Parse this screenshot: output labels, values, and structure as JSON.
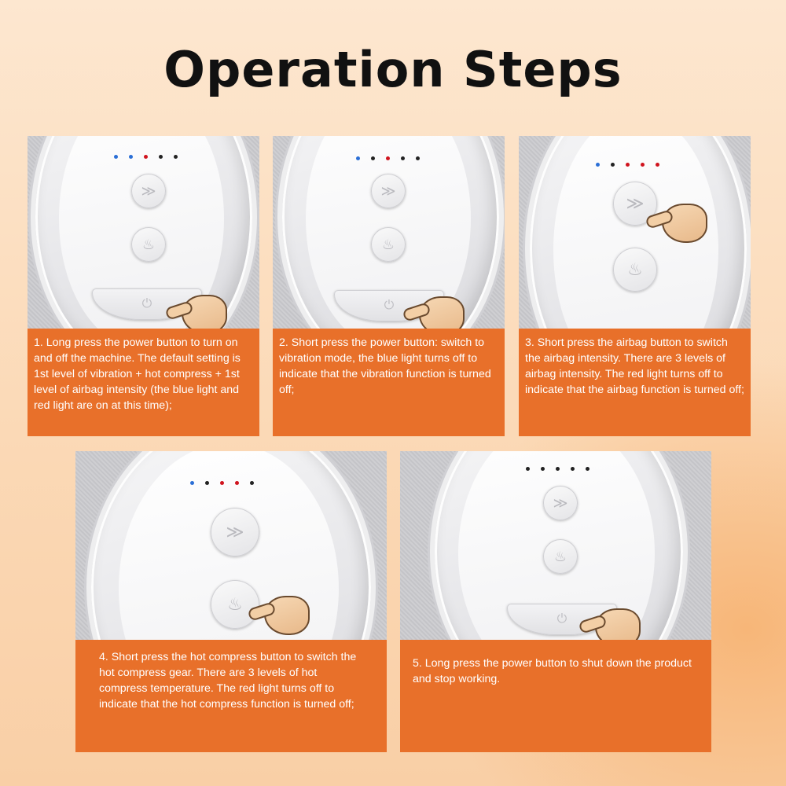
{
  "title": "Operation Steps",
  "steps": [
    {
      "text": "1. Long press the power button to turn on and off the machine. The default setting is 1st level of vibration + hot compress + 1st level of airbag intensity (the blue light and red light are on at this time);"
    },
    {
      "text": "2. Short press the power button: switch to vibration mode, the blue light turns off to indicate that the vibration function is turned off;"
    },
    {
      "text": "3. Short press the airbag button to switch the airbag intensity. There are 3 levels of airbag intensity. The red light turns off to indicate that the airbag function is turned off;"
    },
    {
      "text": "4. Short press the hot compress button to switch the hot compress gear. There are 3 levels of hot compress temperature. The red light turns off to indicate that the hot compress function is turned off;"
    },
    {
      "text": "5. Long press the power button to shut down the product and stop working."
    }
  ],
  "icons": {
    "airbag": "airbag-icon",
    "heat": "heat-icon",
    "power": "power-icon",
    "hand": "pointing-hand-icon"
  },
  "colors": {
    "caption_bg": "#e8702a",
    "caption_text": "#ffffff",
    "blue_light": "#2b6fd6",
    "red_light": "#d0141e"
  }
}
